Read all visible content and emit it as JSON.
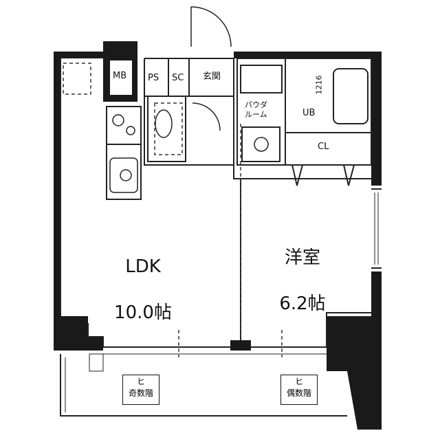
{
  "rooms": {
    "ldk": {
      "name": "LDK",
      "size": "10.0帖"
    },
    "western": {
      "name": "洋室",
      "size": "6.2帖"
    }
  },
  "labels": {
    "mb": "MB",
    "ps": "PS",
    "sc": "SC",
    "entrance": "玄関",
    "powder_room": "パウダ\nルーム",
    "powder_room_v": "パ\nウ\nダ",
    "ub": "UB",
    "ub_size": "1216",
    "cl": "CL"
  },
  "stairs": [
    {
      "top": "ヒ",
      "name": "奇数階"
    },
    {
      "top": "ヒ",
      "name": "偶数階"
    }
  ],
  "colors": {
    "wall": "#1a1a1a",
    "line": "#222222",
    "background": "#ffffff"
  }
}
